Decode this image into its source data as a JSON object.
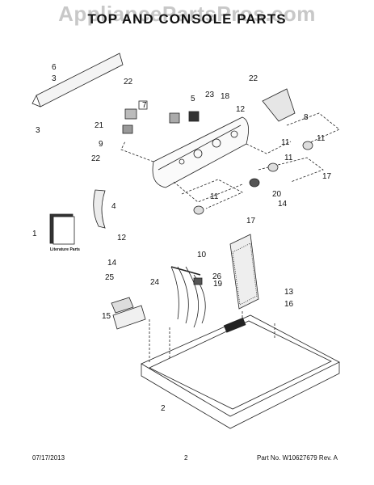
{
  "watermark": "AppliancePartsPros.com",
  "title": "TOP AND CONSOLE PARTS",
  "callouts": [
    "1",
    "2",
    "3",
    "3",
    "4",
    "5",
    "6",
    "7",
    "8",
    "9",
    "10",
    "11",
    "11",
    "11",
    "11",
    "12",
    "12",
    "13",
    "14",
    "14",
    "15",
    "16",
    "17",
    "17",
    "18",
    "19",
    "20",
    "21",
    "22",
    "22",
    "22",
    "23",
    "24",
    "25",
    "26"
  ],
  "literature_label": "Literature Parts",
  "footer": {
    "date": "07/17/2013",
    "page": "2",
    "part": "Part No. W10627679  Rev. A"
  }
}
